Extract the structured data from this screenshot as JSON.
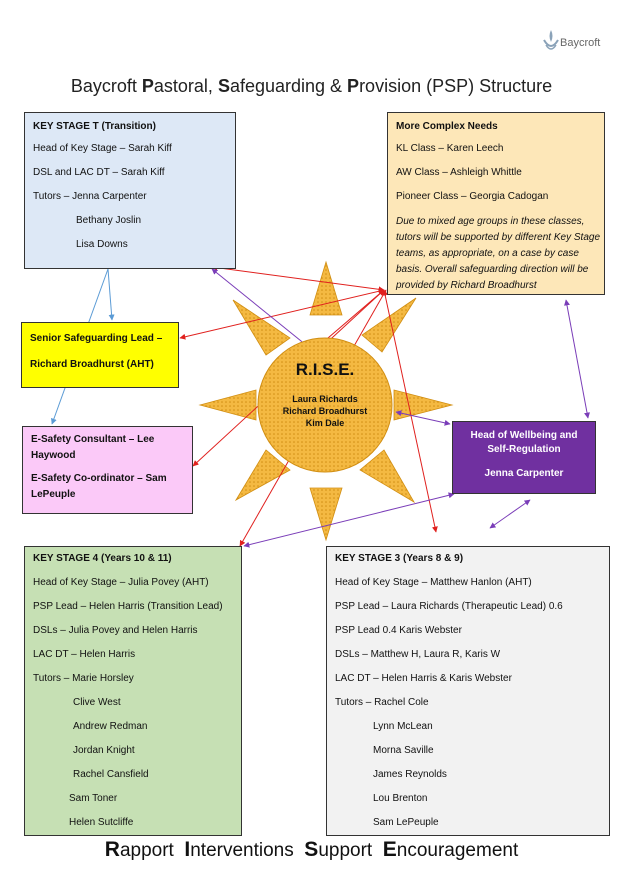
{
  "logo": {
    "icon": "wheat-spiral-icon",
    "text": "Baycroft"
  },
  "title": {
    "p1": "Baycroft ",
    "b1": "P",
    "p2": "astoral, ",
    "b2": "S",
    "p3": "afeguarding & ",
    "b3": "P",
    "p4": "rovision (PSP) Structure"
  },
  "key_stage_t": {
    "header": "KEY STAGE T (Transition)",
    "lines": [
      "Head of Key Stage – Sarah Kiff",
      "DSL and LAC DT – Sarah Kiff",
      "Tutors – Jenna Carpenter",
      "Bethany Joslin",
      "Lisa Downs"
    ]
  },
  "complex_needs": {
    "header": "More Complex Needs",
    "lines": [
      "KL Class – Karen Leech",
      "AW Class – Ashleigh Whittle",
      "Pioneer Class – Georgia Cadogan"
    ],
    "note": "Due to mixed age groups in these classes, tutors will be supported by different Key Stage teams, as appropriate, on a case by case basis. Overall safeguarding direction will be provided by Richard Broadhurst"
  },
  "senior_safeguarding": {
    "line1": "Senior Safeguarding Lead –",
    "line2": "Richard Broadhurst (AHT)"
  },
  "esafety": {
    "line1": "E-Safety Consultant – Lee",
    "line2": "Haywood",
    "line3": "E-Safety Co-ordinator – Sam",
    "line4": "LePeuple"
  },
  "wellbeing": {
    "line1": "Head of Wellbeing and",
    "line2": "Self-Regulation",
    "line3": "Jenna Carpenter"
  },
  "rise": {
    "title": "R.I.S.E.",
    "names": [
      "Laura Richards",
      "Richard Broadhurst",
      "Kim Dale"
    ]
  },
  "key_stage_4": {
    "header": "KEY STAGE 4 (Years 10 & 11)",
    "lines": [
      "Head of Key Stage – Julia Povey (AHT)",
      "PSP Lead – Helen Harris (Transition Lead)",
      "DSLs – Julia Povey and Helen Harris",
      "LAC DT – Helen Harris",
      "Tutors – Marie Horsley"
    ],
    "tutors": [
      "Clive West",
      "Andrew Redman",
      "Jordan Knight",
      "Rachel Cansfield",
      "Sam Toner",
      "Helen Sutcliffe"
    ]
  },
  "key_stage_3": {
    "header": "KEY STAGE 3 (Years 8 & 9)",
    "lines": [
      "Head of Key Stage – Matthew Hanlon (AHT)",
      "PSP Lead – Laura Richards (Therapeutic Lead) 0.6",
      "PSP Lead 0.4 Karis Webster",
      "DSLs – Matthew H, Laura R, Karis W",
      "LAC DT – Helen Harris & Karis Webster",
      "Tutors – Rachel Cole"
    ],
    "tutors": [
      "Lynn McLean",
      "Morna Saville",
      "James Reynolds",
      "Lou Brenton",
      "Sam LePeuple"
    ]
  },
  "footer": {
    "b1": "R",
    "p1": "apport  ",
    "b2": "I",
    "p2": "nterventions  ",
    "b3": "S",
    "p3": "upport  ",
    "b4": "E",
    "p4": "ncouragement"
  },
  "colors": {
    "sun": "#f4b942",
    "sun_stroke": "#d18e12",
    "red_arrow": "#e0201e",
    "purple_arrow": "#7a3db8",
    "blue_arrow": "#5b9bd5"
  }
}
